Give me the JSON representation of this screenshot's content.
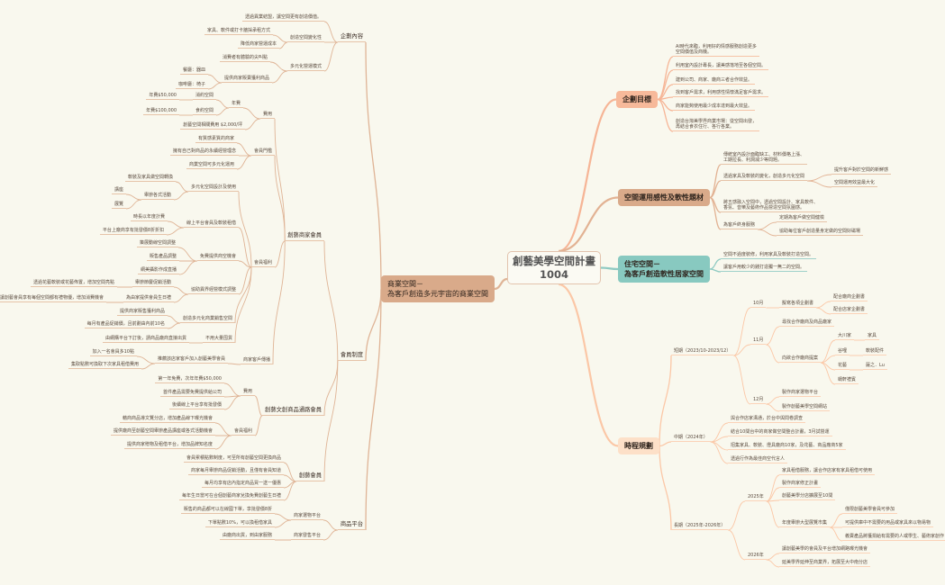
{
  "center": "創藝美學空間計畫\n1004",
  "colors": {
    "background": "#f9f8ee",
    "commercial": "#d9aa8a",
    "goals": "#f7b99a",
    "soft_materials": "#d9aa8a",
    "residential": "#88c9c0",
    "schedule": "#fde0c8"
  },
  "nodes": {
    "commercial": "商業空間－\n為客戶創造多元宇宙的商業空間",
    "plan": "企劃內容",
    "plan_1": "透過異業結盟，讓空間更有創造價值。",
    "plan_2": "創造空間變化性",
    "plan_2_1": "家具、軟件或打卡牆採承租方式",
    "plan_2_2": "降低商家營運成本",
    "plan_3": "多元化營運模式",
    "plan_3_1": "消費者有體驗的尖叫點",
    "plan_3_2": "提供商家販賣獲利商品",
    "plan_3_2_1": "餐廳：器皿",
    "plan_3_2_2": "咖啡廳：椅子",
    "membership": "會員制度",
    "bm": "創藝商家會員",
    "bm_fee": "費用",
    "bm_fee_annual": "年費",
    "bm_fee_a1": "消約空間",
    "bm_fee_a1v": "年費$50,000",
    "bm_fee_a2": "食約空間",
    "bm_fee_a2v": "年費$100,000",
    "bm_fee_2": "創藝空間相關費用 $2,000/坪",
    "bm_th": "會員門檻",
    "bm_th_1": "有質感素質的商家",
    "bm_th_2": "擁有自己對商品的永續經營理念",
    "bm_th_3": "商業空間可多元化運用",
    "bm_ben": "會員福利",
    "bm_b1": "多元化空間設計及使用",
    "bm_b1_1": "軟裝及家具做空間轉換",
    "bm_b1_2": "舉辦各式活動",
    "bm_b1_2_1": "講座",
    "bm_b1_2_2": "展覽",
    "bm_b2": "線上平台會員及軟裝租借",
    "bm_b2_1": "時長以年度計費",
    "bm_b2_2": "平台上廠商享有批發價8折折扣",
    "bm_b3": "免費提供商空機會",
    "bm_b3_1": "策展動線空間調整",
    "bm_b3_2": "販售產品調整",
    "bm_b3_3": "網美攝影作成直播",
    "bm_b4": "協助異界經營模式調整",
    "bm_b4_1": "舉辦節慶促銷活動",
    "bm_b4_1_1": "透過花藝軟裝或花藝佈置，增加空間亮點",
    "bm_b4_2": "為由家提供會員生日禮",
    "bm_b4_2_1": "讓創藝會員享有每個空間都有禮物優，增加消費機會",
    "bm_b5": "創造多元化商業銷售空間",
    "bm_b5_1": "提供商家販售獲利商品",
    "bm_b5_2": "每月有產品促銷價，且前劃由內前10名",
    "bm_b6": "不用大量囤貨",
    "bm_b6_1": "由網購平台下訂後，請商品廠商直接出貨",
    "bm_sp": "商家客戶傳播",
    "bm_sp_1": "推薦該店家客戶加入創藝美學會員",
    "bm_sp_1_1": "加入一名會員多10點",
    "bm_sp_1_2": "集取點數可換取下次家具租借費用",
    "cm": "創藝文創商品通路會員",
    "cm_fee": "費用",
    "cm_fee_1": "第一年免費，次年年費$50,000",
    "cm_fee_2": "首件產品需要免費提供給公司",
    "cm_fee_3": "後續線上平台享有批發價",
    "cm_ben": "會員福利",
    "cm_ben_1": "藉商商品導文覽分店，增加產品線下曝光機會",
    "cm_ben_2": "提供廠商至創藝空間舉辦產品講座或各式活動機會",
    "cm_ben_3": "提供商家贈物及租借平台，增加品牌知名度",
    "am": "創藝會員",
    "am_1": "會員累積點數制度，可至所有創藝空間更換商品",
    "am_2": "商家每月舉辦商品促銷活動，且僅有會員知道",
    "am_3": "每月均享有店內指定商品買一送一優惠",
    "am_4": "每年生日當可在合個創藝商家兌換免費創藝生日禮",
    "pf": "商品平台",
    "pf_1": "商家選物平台",
    "pf_1_1": "販售的商品都可以在線國下單，享批發價8折",
    "pf_1_2": "下單點數10%，可以換租借家具",
    "pf_2": "商家發售平台",
    "pf_2_1": "由廠商出貨，到由家服務",
    "goals": "企劃目標",
    "g1": "AI時代來臨，利用好的情感服務創造更多\n空間價值及商機。",
    "g2": "利用室內設計專長，讓美感落地至各個空間。",
    "g3": "建到公司、商家、廠商三者合作效益。",
    "g4": "找到客戶需求，利用感性情懷滿足客戶需求。",
    "g5": "商家能夠使用最少成本達到最大效益。",
    "g6": "創造台灣美學界商業市場：從空間出發，\n再結合食衣住行、各行各業。",
    "soft": "空間運用感性及軟性題材",
    "s1": "傳統室內設計面臨缺工、材料價格上漲、\n工期拉長、利潤減少等問題。",
    "s2": "透過家具及軟裝的變化，創造多元化空間",
    "s2_1": "提升客戶對於空間的新鮮感",
    "s2_2": "空間運用效益最大化",
    "s3": "將五感融入空間中，透過空間設計、家具軟件、\n香氛、音樂及藝術作品營造空間氛圍感。",
    "s4": "為客戶終身服務",
    "s4_1": "定期為客戶做空間健檢",
    "s4_2": "協助每位客戶創造量身定做的空間好磁場",
    "res": "住宅空間－\n為客戶創造軟性居家空間",
    "r1": "空間不過度裝修，利用家具及軟裝打造空間。",
    "r2": "讓客戶用較少的錢打造獨一無二的空間。",
    "sched": "時程規劃",
    "short": "短期（2023/10-2023/12）",
    "oct": "10月",
    "oct_1": "擬寫各項企劃書",
    "oct_1_1": "配合廠商企劃書",
    "oct_1_2": "配合店家企劃書",
    "nov": "11月",
    "nov_1": "尋找合作廠商及商品廠家",
    "nov_2": "向欲合作廠商提案",
    "nov_2_1": "大川家",
    "nov_2_1v": "家具",
    "nov_2_2": "谷哩",
    "nov_2_2v": "軟裝配件",
    "nov_2_3": "花藝",
    "nov_2_3v": "薩之．Lu",
    "nov_2_4": "蝸軒禮賓",
    "dec": "12月",
    "dec_1": "製作商家選物平台",
    "dec_2": "製作創藝美學空間網站",
    "mid": "中期（2024年）",
    "mid_1": "與合作店家溝通，於台中與問卷調查",
    "mid_2": "結合10間台中的商家做空間整合計畫，3月試營運",
    "mid_3": "招集家具、軟裝、燈具廠商10家，及花藝、商品廠商5家",
    "mid_4": "透過行作為最佳商空代言人",
    "long": "長期（2025年-2026年）",
    "y25": "2025年",
    "y25_1": "家具租借服務，讓合作店家有家具租借可使用",
    "y25_2": "製作商家修正計畫",
    "y25_3": "創藝美學分店擴展至10間",
    "y25_4": "年度舉辦大型展覽市集",
    "y25_4_1": "僅限創藝美學會員可參加",
    "y25_4_2": "可提供庫中不需要的用品或家具來以物易物",
    "y25_4_3": "義賣產品將獲捐給有需要的人或學生、藝術家創作",
    "y26": "2026年",
    "y26_1": "讓創藝美學的會員及平台增加網路曝光機會",
    "y26_2": "延美學界延伸至商業界，拓展至大中南分店"
  }
}
